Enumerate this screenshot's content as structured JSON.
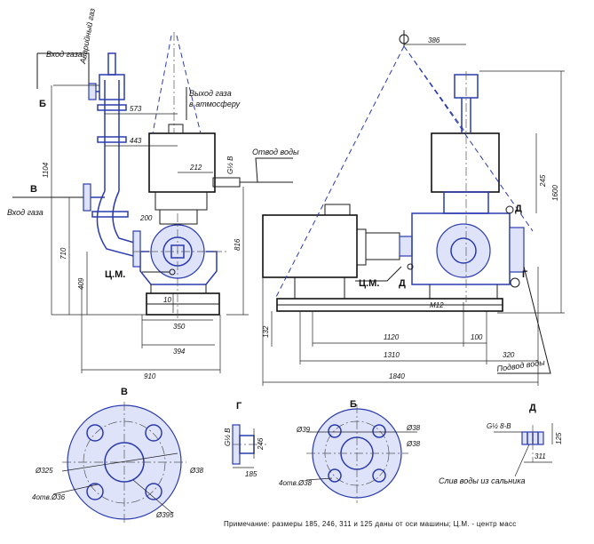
{
  "labels": {
    "gas_inlet_top": "Вход газа",
    "emergency_gas": "Аварийный газ",
    "gas_outlet_1": "Выход газа",
    "gas_outlet_2": "в атмосферу",
    "water_outlet": "Отвод воды",
    "gas_inlet_side": "Вход газа",
    "water_supply": "Подвод воды",
    "gland_water": "Слив воды из сальника",
    "cm_left": "Ц.М.",
    "cm_right": "Ц.М.",
    "view_b_top": "Б",
    "view_v_side": "В",
    "view_d_right": "Д",
    "view_d_right2": "Д",
    "view_g_right": "Г",
    "m12": "М12",
    "gv": "G½ В",
    "gv_d": "G½ 8-В"
  },
  "dims_left": {
    "d573": "573",
    "d443": "443",
    "d212": "212",
    "d200": "200",
    "d10": "10",
    "d350": "350",
    "d394": "394",
    "d910": "910",
    "d1104": "1104",
    "d710": "710",
    "d409": "409",
    "d816": "816"
  },
  "dims_right": {
    "d386": "386",
    "d245": "245",
    "d1600": "1600",
    "d1120": "1120",
    "d100": "100",
    "d1310": "1310",
    "d320": "320",
    "d1840": "1840",
    "d132": "132"
  },
  "details": {
    "v_title": "В",
    "v_holes": "4отв.Ø36",
    "v_d1": "Ø325",
    "v_d2": "Ø38",
    "v_d3": "Ø395",
    "g_title": "Г",
    "g_gv": "G½ В",
    "g_246": "246",
    "g_185": "185",
    "b_title": "Б",
    "b_d1": "Ø39",
    "b_d2": "Ø38",
    "b_d3": "Ø38",
    "b_holes": "4отв.Ø38",
    "d_title": "Д",
    "d_gv": "G½ 8-В",
    "d_125": "125",
    "d_311": "311",
    "d_note": "Слив воды из сальника"
  },
  "note": "Примечание: размеры 185, 246, 311 и 125 даны от оси машины; Ц.М. - центр масс"
}
